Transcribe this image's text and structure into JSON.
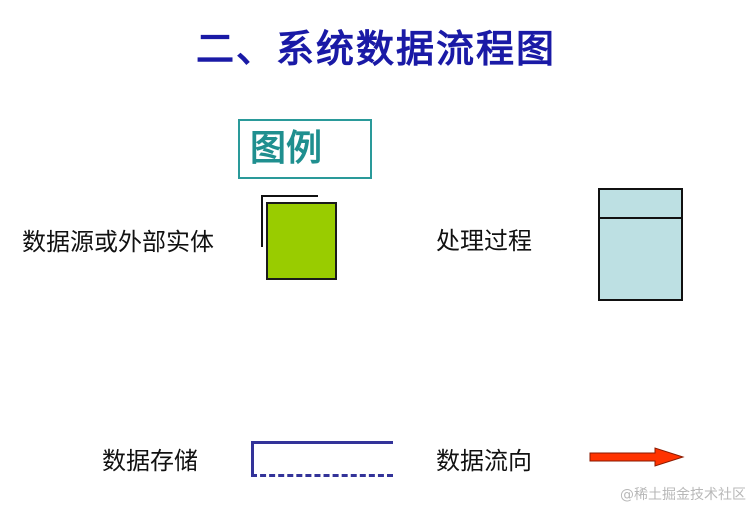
{
  "title": "二、系统数据流程图",
  "legend": {
    "heading": "图例",
    "items": [
      {
        "label": "数据源或外部实体",
        "symbol": "external-entity",
        "fill": "#99cc00"
      },
      {
        "label": "处理过程",
        "symbol": "process",
        "fill": "#bde0e3"
      },
      {
        "label": "数据存储",
        "symbol": "data-store",
        "stroke": "#333399"
      },
      {
        "label": "数据流向",
        "symbol": "data-flow-arrow",
        "fill": "#ff3300"
      }
    ]
  },
  "colors": {
    "title": "#1a1aa6",
    "legend_heading": "#1f8f8f"
  },
  "watermark": "@稀土掘金技术社区"
}
